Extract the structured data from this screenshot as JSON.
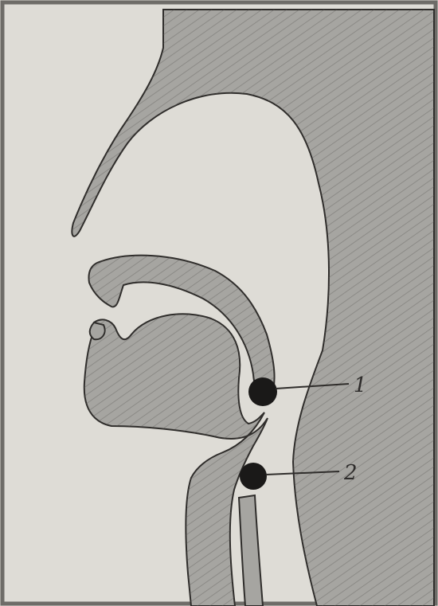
{
  "figure": {
    "labels": [
      {
        "id": "1",
        "text": "1"
      },
      {
        "id": "2",
        "text": "2"
      }
    ],
    "colors": {
      "paper": "#dedcd6",
      "tissue": "#a6a5a1",
      "outline": "#2f2d2b",
      "marker": "#1a1918",
      "hatch": "#5c5a57"
    }
  }
}
